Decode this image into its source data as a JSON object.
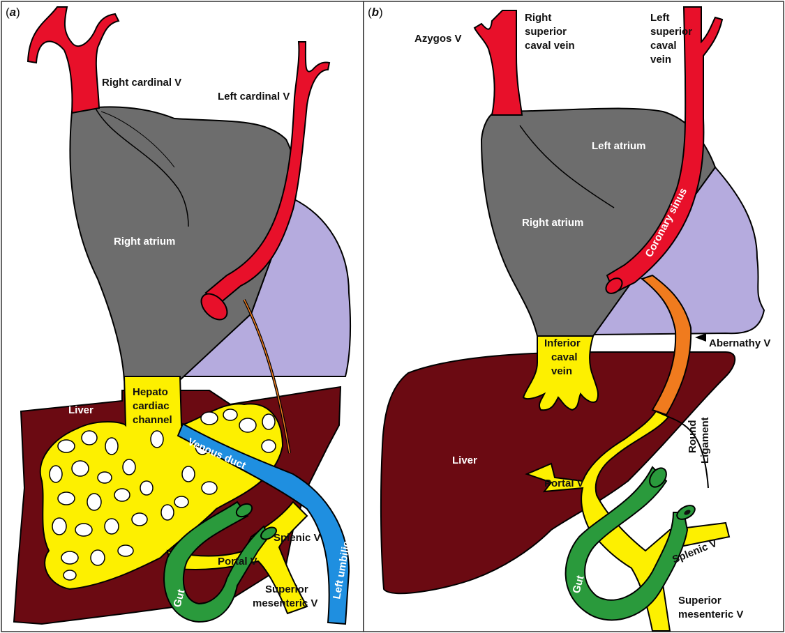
{
  "panels": {
    "a": {
      "letter": "a",
      "labels": {
        "right_cardinal": "Right cardinal V",
        "left_cardinal": "Left cardinal V",
        "right_atrium": "Right atrium",
        "liver": "Liver",
        "hepato_line1": "Hepato",
        "hepato_line2": "cardiac",
        "hepato_line3": "channel",
        "venous_duct": "Venous duct",
        "left_umbilical": "Left umbilical V",
        "splenic": "Splenic V",
        "portal": "Portal V",
        "gut": "Gut",
        "superior_line1": "Superior",
        "superior_line2": "mesenteric V"
      }
    },
    "b": {
      "letter": "b",
      "labels": {
        "azygos": "Azygos V",
        "right_superior_line1": "Right",
        "right_superior_line2": "superior",
        "right_superior_line3": "caval vein",
        "left_superior_line1": "Left",
        "left_superior_line2": "superior",
        "left_superior_line3": "caval",
        "left_superior_line4": "vein",
        "left_atrium": "Left atrium",
        "right_atrium": "Right atrium",
        "coronary_sinus": "Coronary sinus",
        "inferior_line1": "Inferior",
        "inferior_line2": "caval",
        "inferior_line3": "vein",
        "abernathy": "Abernathy V",
        "liver": "Liver",
        "round_line1": "Round",
        "round_line2": "Ligament",
        "portal": "Portal V",
        "gut": "Gut",
        "splenic": "Splenic V",
        "superior_line1": "Superior",
        "superior_line2": "mesenteric V"
      }
    }
  },
  "colors": {
    "vein_red": "#e8102a",
    "atrium_gray": "#6d6d6d",
    "left_atrium_lavender": "#b5abde",
    "liver_maroon": "#6b0a12",
    "portal_yellow": "#fdf000",
    "venous_duct_blue": "#1f8fe0",
    "gut_green": "#2a9a3c",
    "abernathy_orange": "#f07b1e"
  }
}
